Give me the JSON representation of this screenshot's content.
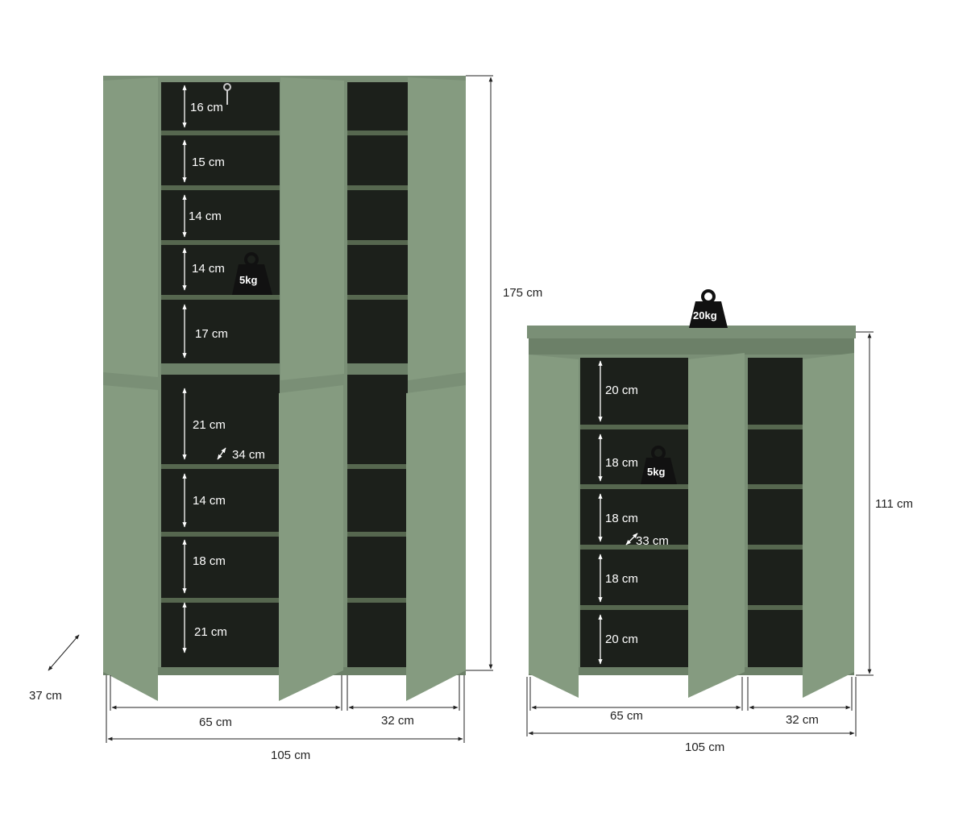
{
  "colors": {
    "cabinet": "#7a8f76",
    "cabinet_dark": "#6c8068",
    "door": "#859b80",
    "door_shade": "#75896f",
    "shelf": "#56674f",
    "interior": "#1c201b",
    "dimension_line": "#222222",
    "weight_icon": "#111111"
  },
  "tall_cabinet": {
    "height": "175 cm",
    "width_total": "105 cm",
    "width_left": "65 cm",
    "width_right": "32 cm",
    "depth": "37 cm",
    "shelf_heights": [
      "16 cm",
      "15 cm",
      "14 cm",
      "14 cm",
      "17 cm",
      "21 cm",
      "14 cm",
      "18 cm",
      "21 cm"
    ],
    "shelf_depth": "34 cm",
    "shelf_load": "5kg"
  },
  "short_cabinet": {
    "height": "111 cm",
    "width_total": "105 cm",
    "width_left": "65 cm",
    "width_right": "32 cm",
    "top_load": "20kg",
    "shelf_heights": [
      "20 cm",
      "18 cm",
      "18 cm",
      "18 cm",
      "20 cm"
    ],
    "shelf_depth": "33 cm",
    "shelf_load": "5kg"
  }
}
